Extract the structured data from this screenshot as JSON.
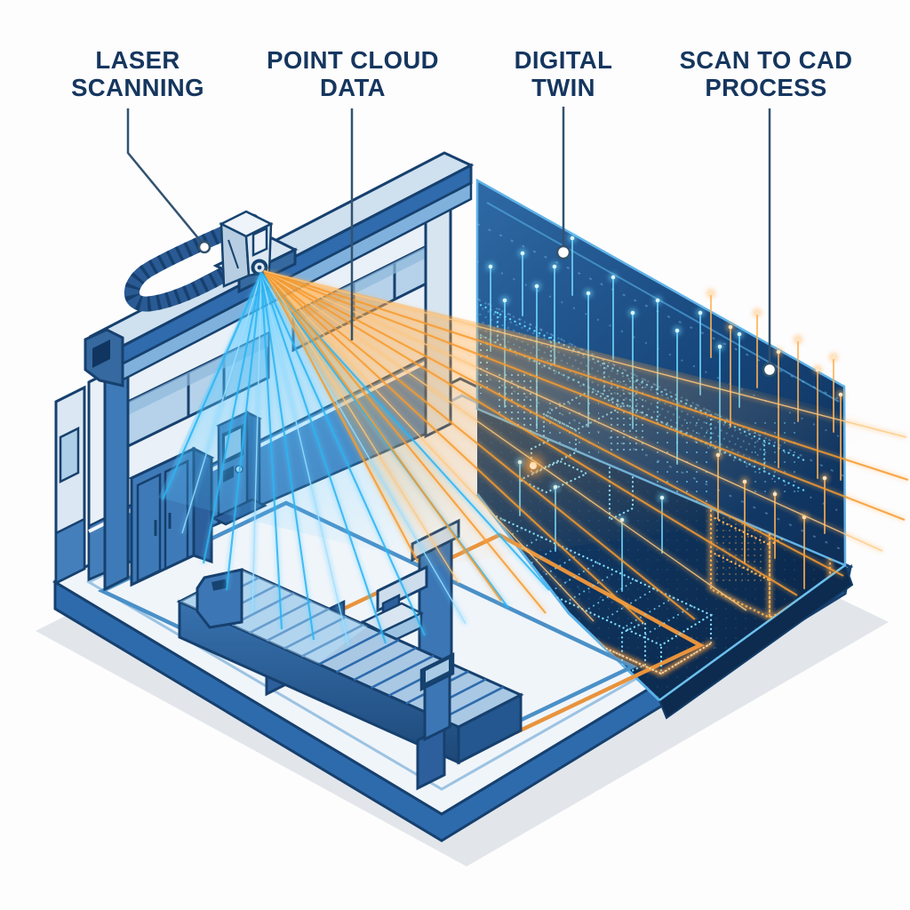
{
  "figure": {
    "type": "isometric-illustration",
    "subject": "Laser scanning of a factory producing a point-cloud digital twin (scan-to-CAD process)"
  },
  "labels": [
    {
      "id": "laser-scanning",
      "line1": "LASER",
      "line2": "SCANNING"
    },
    {
      "id": "point-cloud-data",
      "line1": "POINT CLOUD",
      "line2": "DATA"
    },
    {
      "id": "digital-twin",
      "line1": "DIGITAL",
      "line2": "TWIN"
    },
    {
      "id": "scan-to-cad-process",
      "line1": "SCAN TO CAD",
      "line2": "PROCESS"
    }
  ],
  "palette": {
    "label_navy": "#15365e",
    "outline_navy": "#16497e",
    "leader_line": "#33536f",
    "wall_light": "#e9f0f7",
    "wainscot_blue": "#447fbc",
    "machine_blue": "#3873b1",
    "panel_top_blue": "#2f6aa6",
    "panel_deep_navy": "#0d2e56",
    "floor_light": "#f0f5fa",
    "marking_blue": "#4a90c8",
    "marking_orange": "#e8933c",
    "beam_cyan": "#2ab5f2",
    "beam_orange": "#f79b2e",
    "glow_cyan": "#7fdcff",
    "glow_orange": "#ffb254",
    "shadow_gray": "#e2e6eb"
  },
  "scene": {
    "objects": [
      "laser scanner head on gantry rail",
      "cable drag chain",
      "factory wall with window bands",
      "support column",
      "storage cabinet",
      "control kiosk",
      "conveyor belt with inspection gantry",
      "control pedestal",
      "floor safety markings (blue and orange)",
      "blue laser beam fan",
      "orange laser beam fan",
      "digital twin display panel",
      "point-cloud conveyor and robot arm",
      "point-cloud operator figure",
      "point-cloud overhead rack",
      "orange CAD wireframe cabinet",
      "glowing data stream lines"
    ]
  }
}
